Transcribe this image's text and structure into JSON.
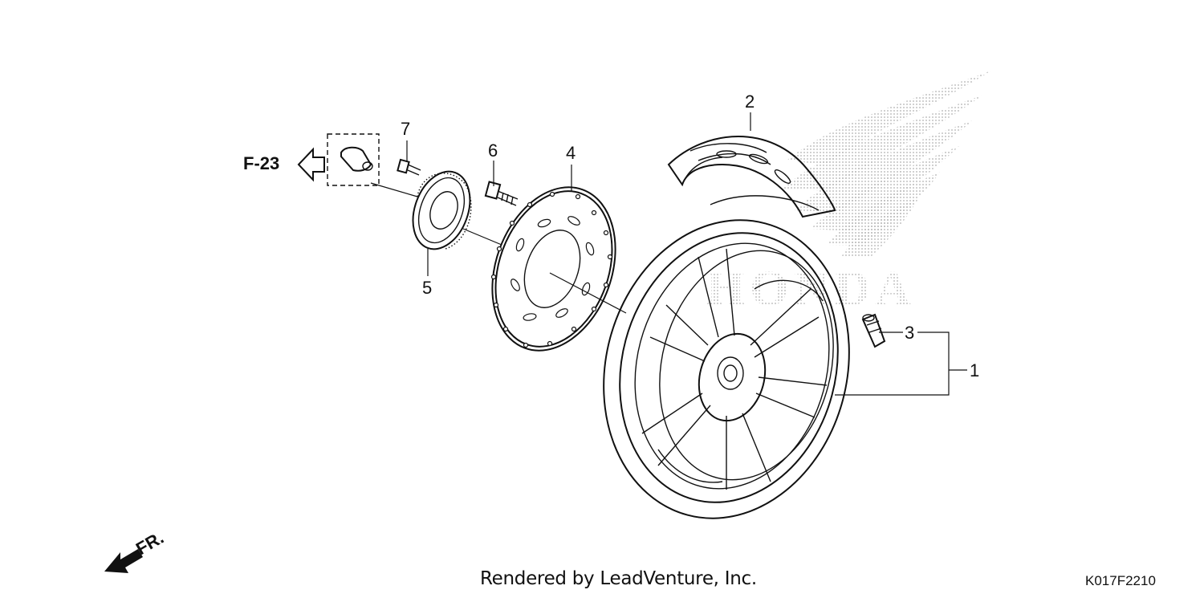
{
  "diagram": {
    "callouts": [
      {
        "id": "1",
        "label": "1"
      },
      {
        "id": "2",
        "label": "2"
      },
      {
        "id": "3",
        "label": "3"
      },
      {
        "id": "4",
        "label": "4"
      },
      {
        "id": "5",
        "label": "5"
      },
      {
        "id": "6",
        "label": "6"
      },
      {
        "id": "7",
        "label": "7"
      }
    ],
    "reference_label": "F-23",
    "direction_label": "FR.",
    "watermark_text": "HONDA",
    "credit": "Rendered by LeadVenture, Inc.",
    "diagram_code": "K017F2210"
  },
  "colors": {
    "line": "#111111",
    "watermark": "#b5b5b5",
    "background": "#ffffff"
  }
}
